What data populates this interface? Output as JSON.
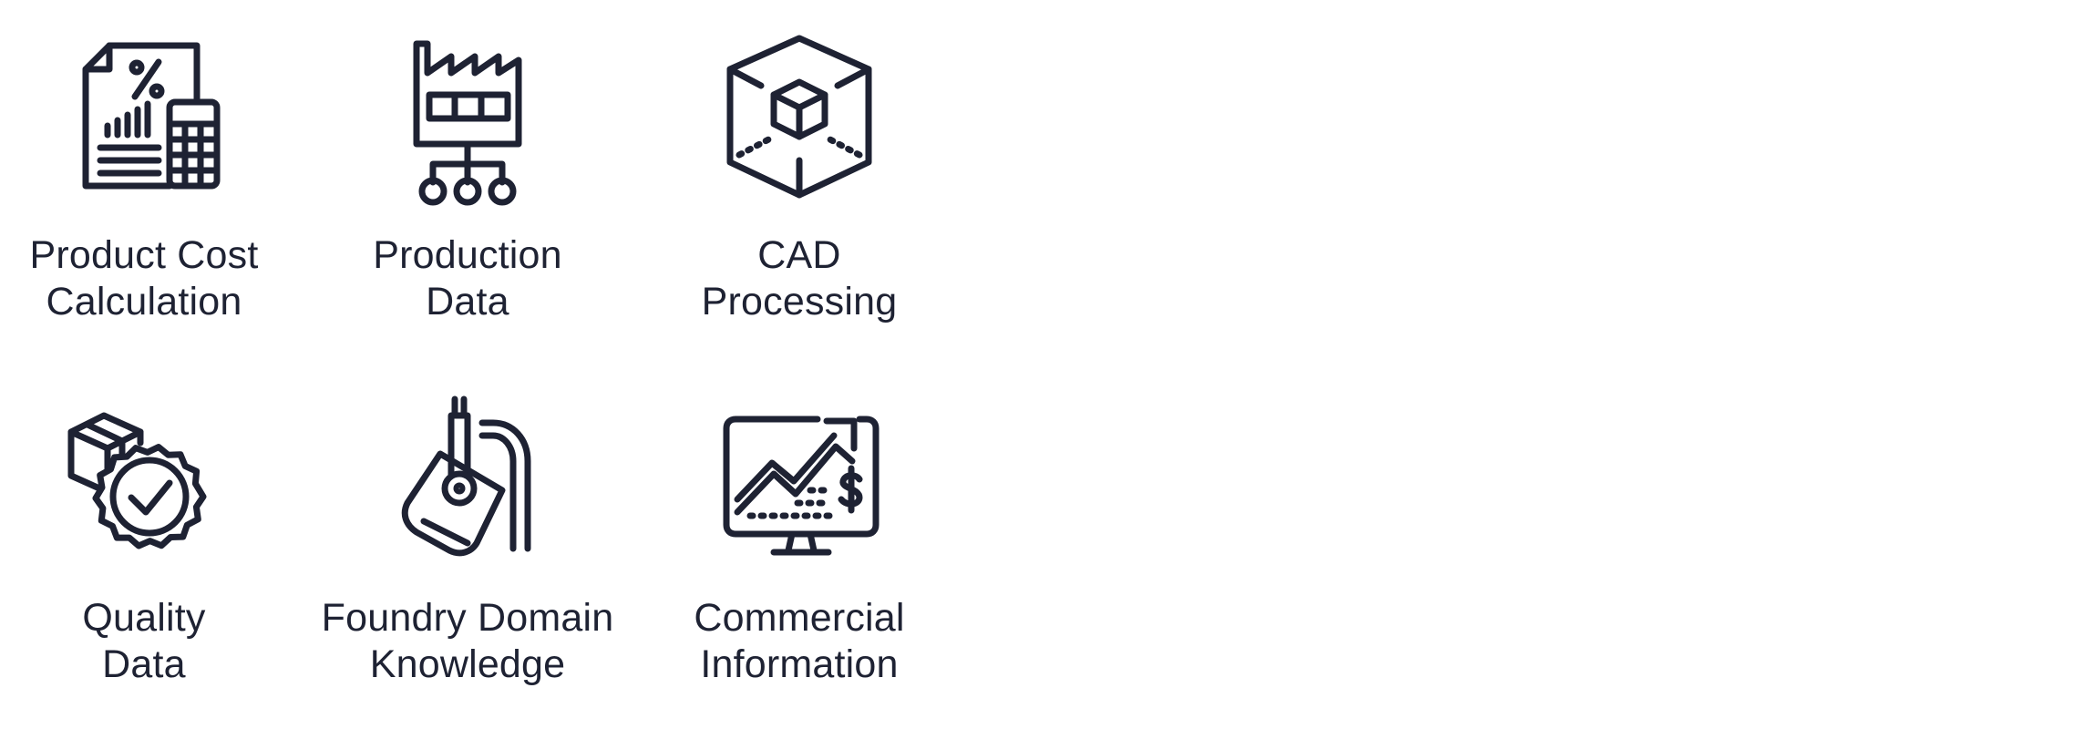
{
  "colors": {
    "ink": "#1e2233",
    "background": "#ffffff"
  },
  "items": [
    {
      "icon": "cost-calculation-icon",
      "line1": "Product Cost",
      "line2": "Calculation"
    },
    {
      "icon": "factory-network-icon",
      "line1": "Production",
      "line2": "Data"
    },
    {
      "icon": "cad-cube-icon",
      "line1": "CAD",
      "line2": "Processing"
    },
    {
      "icon": "quality-badge-icon",
      "line1": "Quality",
      "line2": "Data"
    },
    {
      "icon": "foundry-ladle-icon",
      "line1": "Foundry Domain",
      "line2": "Knowledge"
    },
    {
      "icon": "commercial-monitor-icon",
      "line1": "Commercial",
      "line2": "Information"
    }
  ]
}
